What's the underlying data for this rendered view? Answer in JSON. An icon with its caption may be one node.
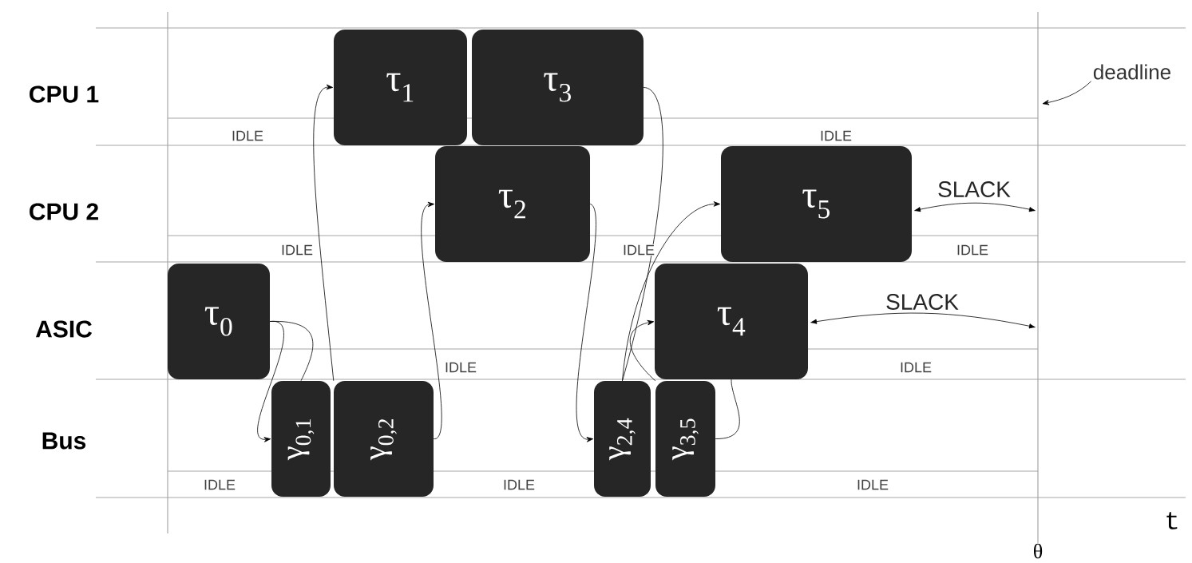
{
  "diagram": {
    "nodes": [
      {
        "text": [
          "τ$_{1}$"
        ]
      },
      {
        "text": [
          "τ$_{3}$"
        ]
      },
      {
        "text": [
          "deadline"
        ]
      },
      {
        "text": [
          "τ$_{2}$"
        ]
      },
      {
        "text": [
          "τ$_{5}$"
        ]
      },
      {
        "text": [
          "τ$_{0}$"
        ]
      },
      {
        "text": [
          "τ$_{4}$"
        ]
      },
      {
        "text": [
          "γ$_{0,1}$"
        ]
      },
      {
        "text": [
          "γ$_{0,2}$"
        ]
      },
      {
        "text": [
          "γ$_{2,4}$"
        ]
      },
      {
        "text": [
          "γ$_{3,5}$"
        ]
      }
    ],
    "edges": [
      {
        "from": 5,
        "to": 7,
        "arrow": "to"
      },
      {
        "from": 5,
        "to": 7,
        "arrow": "none"
      },
      {
        "from": 8,
        "to": 0,
        "arrow": "to"
      },
      {
        "from": 8,
        "to": 3,
        "arrow": "to"
      },
      {
        "from": 3,
        "to": 9,
        "arrow": "to"
      },
      {
        "from": 1,
        "to": 9,
        "arrow": "none"
      },
      {
        "from": 9,
        "to": 4,
        "arrow": "to"
      },
      {
        "from": 10,
        "to": 6,
        "arrow": "to"
      },
      {
        "from": 10,
        "to": 6,
        "arrow": "none"
      },
      {
        "from": 2,
        "to": null,
        "arrow": "to"
      }
    ],
    "labels": [
      "CPU 1",
      "IDLE",
      "IDLE",
      "CPU 2",
      "SLACK",
      "IDLE",
      "IDLE",
      "IDLE",
      "ASIC",
      "SLACK",
      "IDLE",
      "IDLE",
      "Bus",
      "IDLE",
      "IDLE",
      "IDLE",
      "θ",
      "t"
    ]
  }
}
